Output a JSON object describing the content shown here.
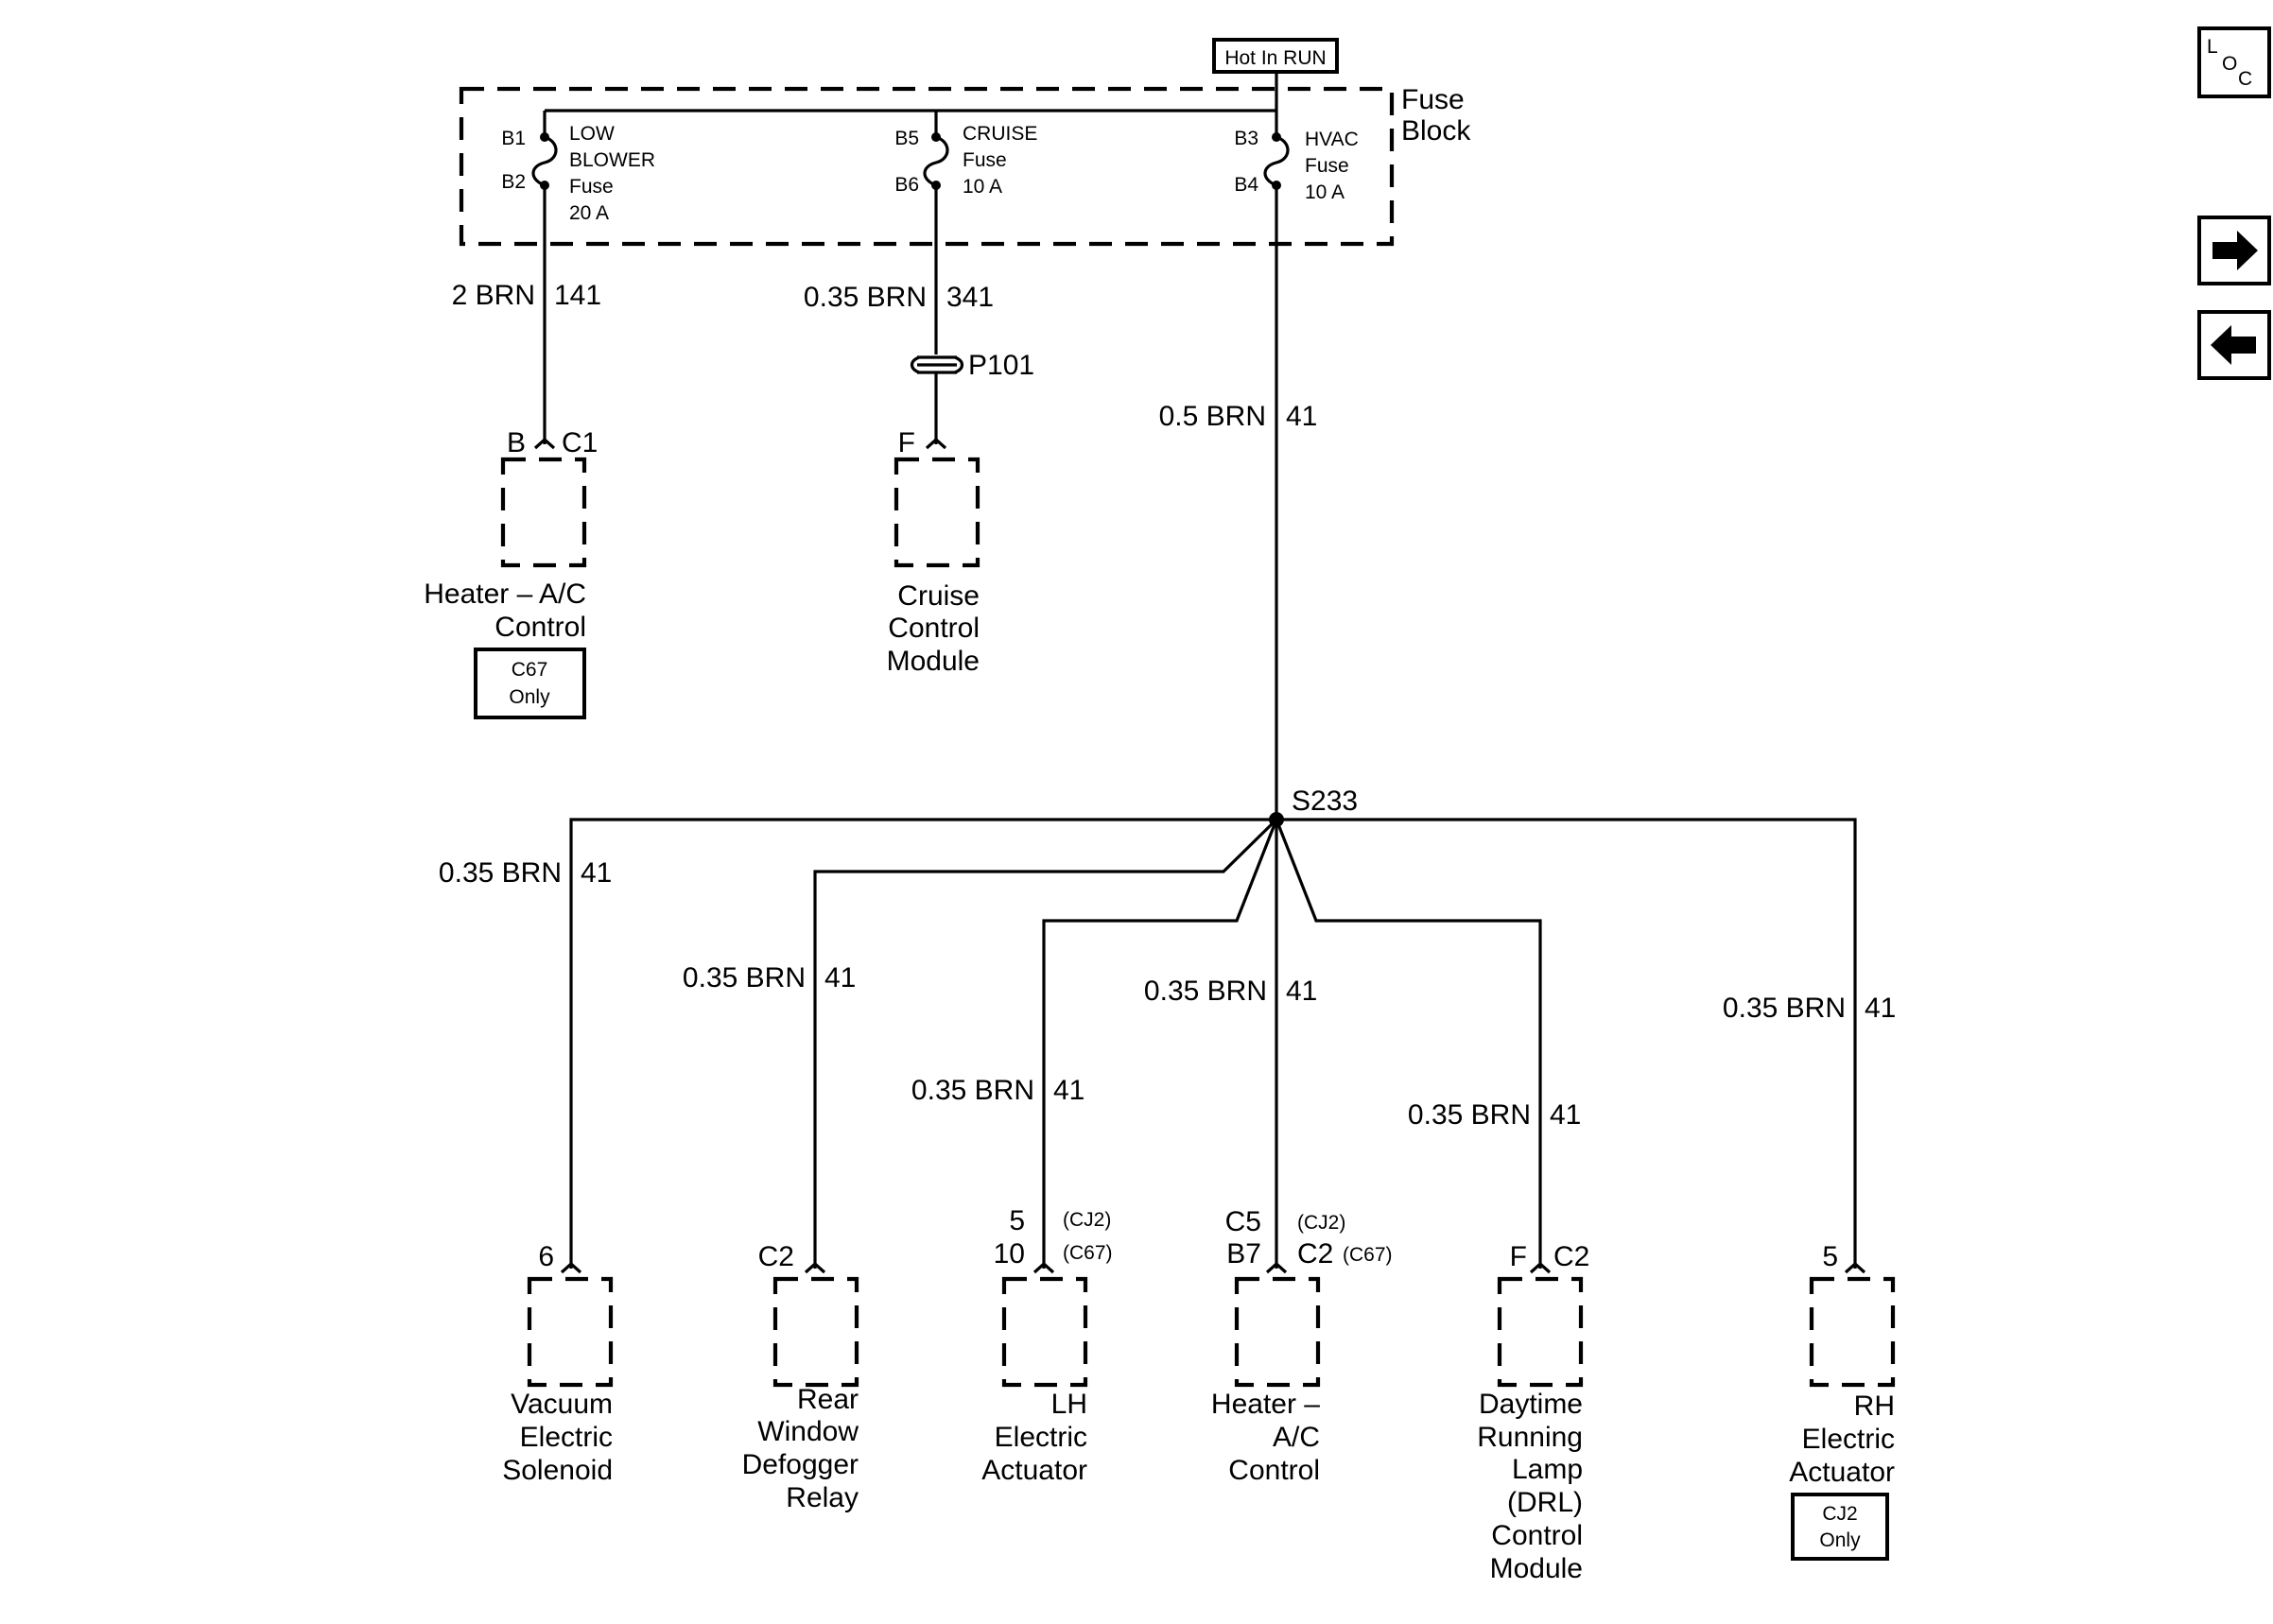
{
  "power_label": "Hot In RUN",
  "fuse_block": {
    "title_line1": "Fuse",
    "title_line2": "Block",
    "fuses": [
      {
        "top_pin": "B1",
        "bottom_pin": "B2",
        "lines": [
          "LOW",
          "BLOWER",
          "Fuse",
          "20 A"
        ]
      },
      {
        "top_pin": "B5",
        "bottom_pin": "B6",
        "lines": [
          "CRUISE",
          "Fuse",
          "10 A"
        ]
      },
      {
        "top_pin": "B3",
        "bottom_pin": "B4",
        "lines": [
          "HVAC",
          "Fuse",
          "10 A"
        ]
      }
    ]
  },
  "wires": {
    "w141": {
      "size_color": "2 BRN",
      "circuit": "141"
    },
    "w341": {
      "size_color": "0.35 BRN",
      "circuit": "341"
    },
    "w41_main": {
      "size_color": "0.5 BRN",
      "circuit": "41"
    },
    "w41_vacuum": {
      "size_color": "0.35 BRN",
      "circuit": "41"
    },
    "w41_defog": {
      "size_color": "0.35 BRN",
      "circuit": "41"
    },
    "w41_lh": {
      "size_color": "0.35 BRN",
      "circuit": "41"
    },
    "w41_heater": {
      "size_color": "0.35 BRN",
      "circuit": "41"
    },
    "w41_drl": {
      "size_color": "0.35 BRN",
      "circuit": "41"
    },
    "w41_rh": {
      "size_color": "0.35 BRN",
      "circuit": "41"
    }
  },
  "connector_p101": "P101",
  "splice": "S233",
  "components": {
    "heater_top": {
      "pin": "B",
      "connector": "C1",
      "name": [
        "Heater – A/C",
        "Control"
      ],
      "note": [
        "C67",
        "Only"
      ]
    },
    "cruise": {
      "pin": "F",
      "name": [
        "Cruise",
        "Control",
        "Module"
      ]
    },
    "vacuum": {
      "pin": "6",
      "name": [
        "Vacuum",
        "Electric",
        "Solenoid"
      ]
    },
    "defog": {
      "pin": "C2",
      "name": [
        "Rear",
        "Window",
        "Defogger",
        "Relay"
      ]
    },
    "lh": {
      "pin1": "5",
      "pin2": "10",
      "opt1": "(CJ2)",
      "opt2": "(C67)",
      "name": [
        "LH",
        "Electric",
        "Actuator"
      ]
    },
    "heater_bottom": {
      "pin1": "C5",
      "pin2": "B7",
      "pin3": "C2",
      "opt1": "(CJ2)",
      "opt2": "(C67)",
      "name": [
        "Heater –",
        "A/C",
        "Control"
      ]
    },
    "drl": {
      "pin": "F",
      "connector": "C2",
      "name": [
        "Daytime",
        "Running",
        "Lamp",
        "(DRL)",
        "Control",
        "Module"
      ]
    },
    "rh": {
      "pin": "5",
      "name": [
        "RH",
        "Electric",
        "Actuator"
      ],
      "note": [
        "CJ2",
        "Only"
      ]
    }
  },
  "nav": {
    "loc_icon": "loc-icon",
    "loc_letters": [
      "L",
      "O",
      "C"
    ],
    "next_icon": "right-arrow-icon",
    "prev_icon": "left-arrow-icon"
  }
}
